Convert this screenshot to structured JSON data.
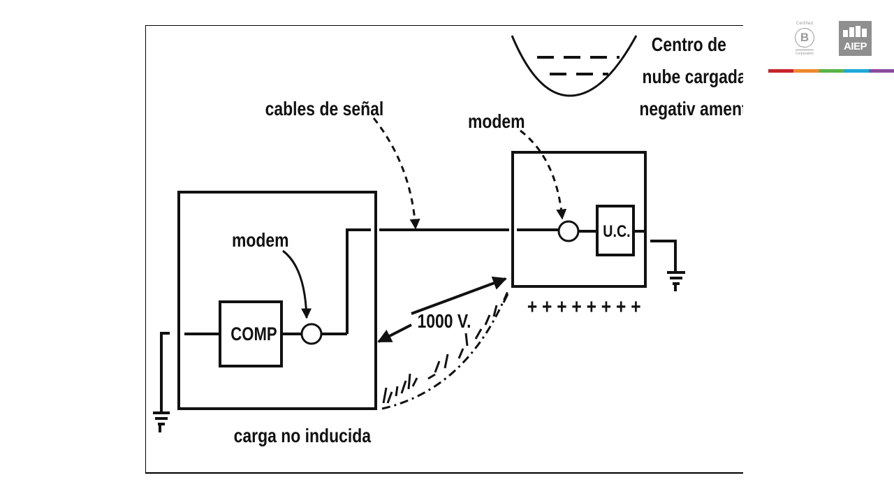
{
  "diagram": {
    "labels": {
      "cloud": [
        "Centro de",
        "nube cargada",
        "negativ amente"
      ],
      "signal_cables": "cables de señal",
      "modem_remote": "modem",
      "modem_local": "modem",
      "uc": "U.C.",
      "comp": "COMP",
      "voltage": "1000 V.",
      "plus_signs": "+ + + + + + + +",
      "no_induced": "carga no inducida"
    }
  },
  "header": {
    "bcorp": {
      "top": "Certified",
      "letter": "B",
      "bottom": "Corporation"
    },
    "aiep": {
      "text": "AIEP"
    },
    "stripe_colors": [
      "#c8232c",
      "#ef8a2c",
      "#5ab547",
      "#1fa8d8",
      "#8a4b9c"
    ]
  },
  "colors": {
    "ink": "#111111",
    "logo_gray": "#8f8f8f"
  }
}
